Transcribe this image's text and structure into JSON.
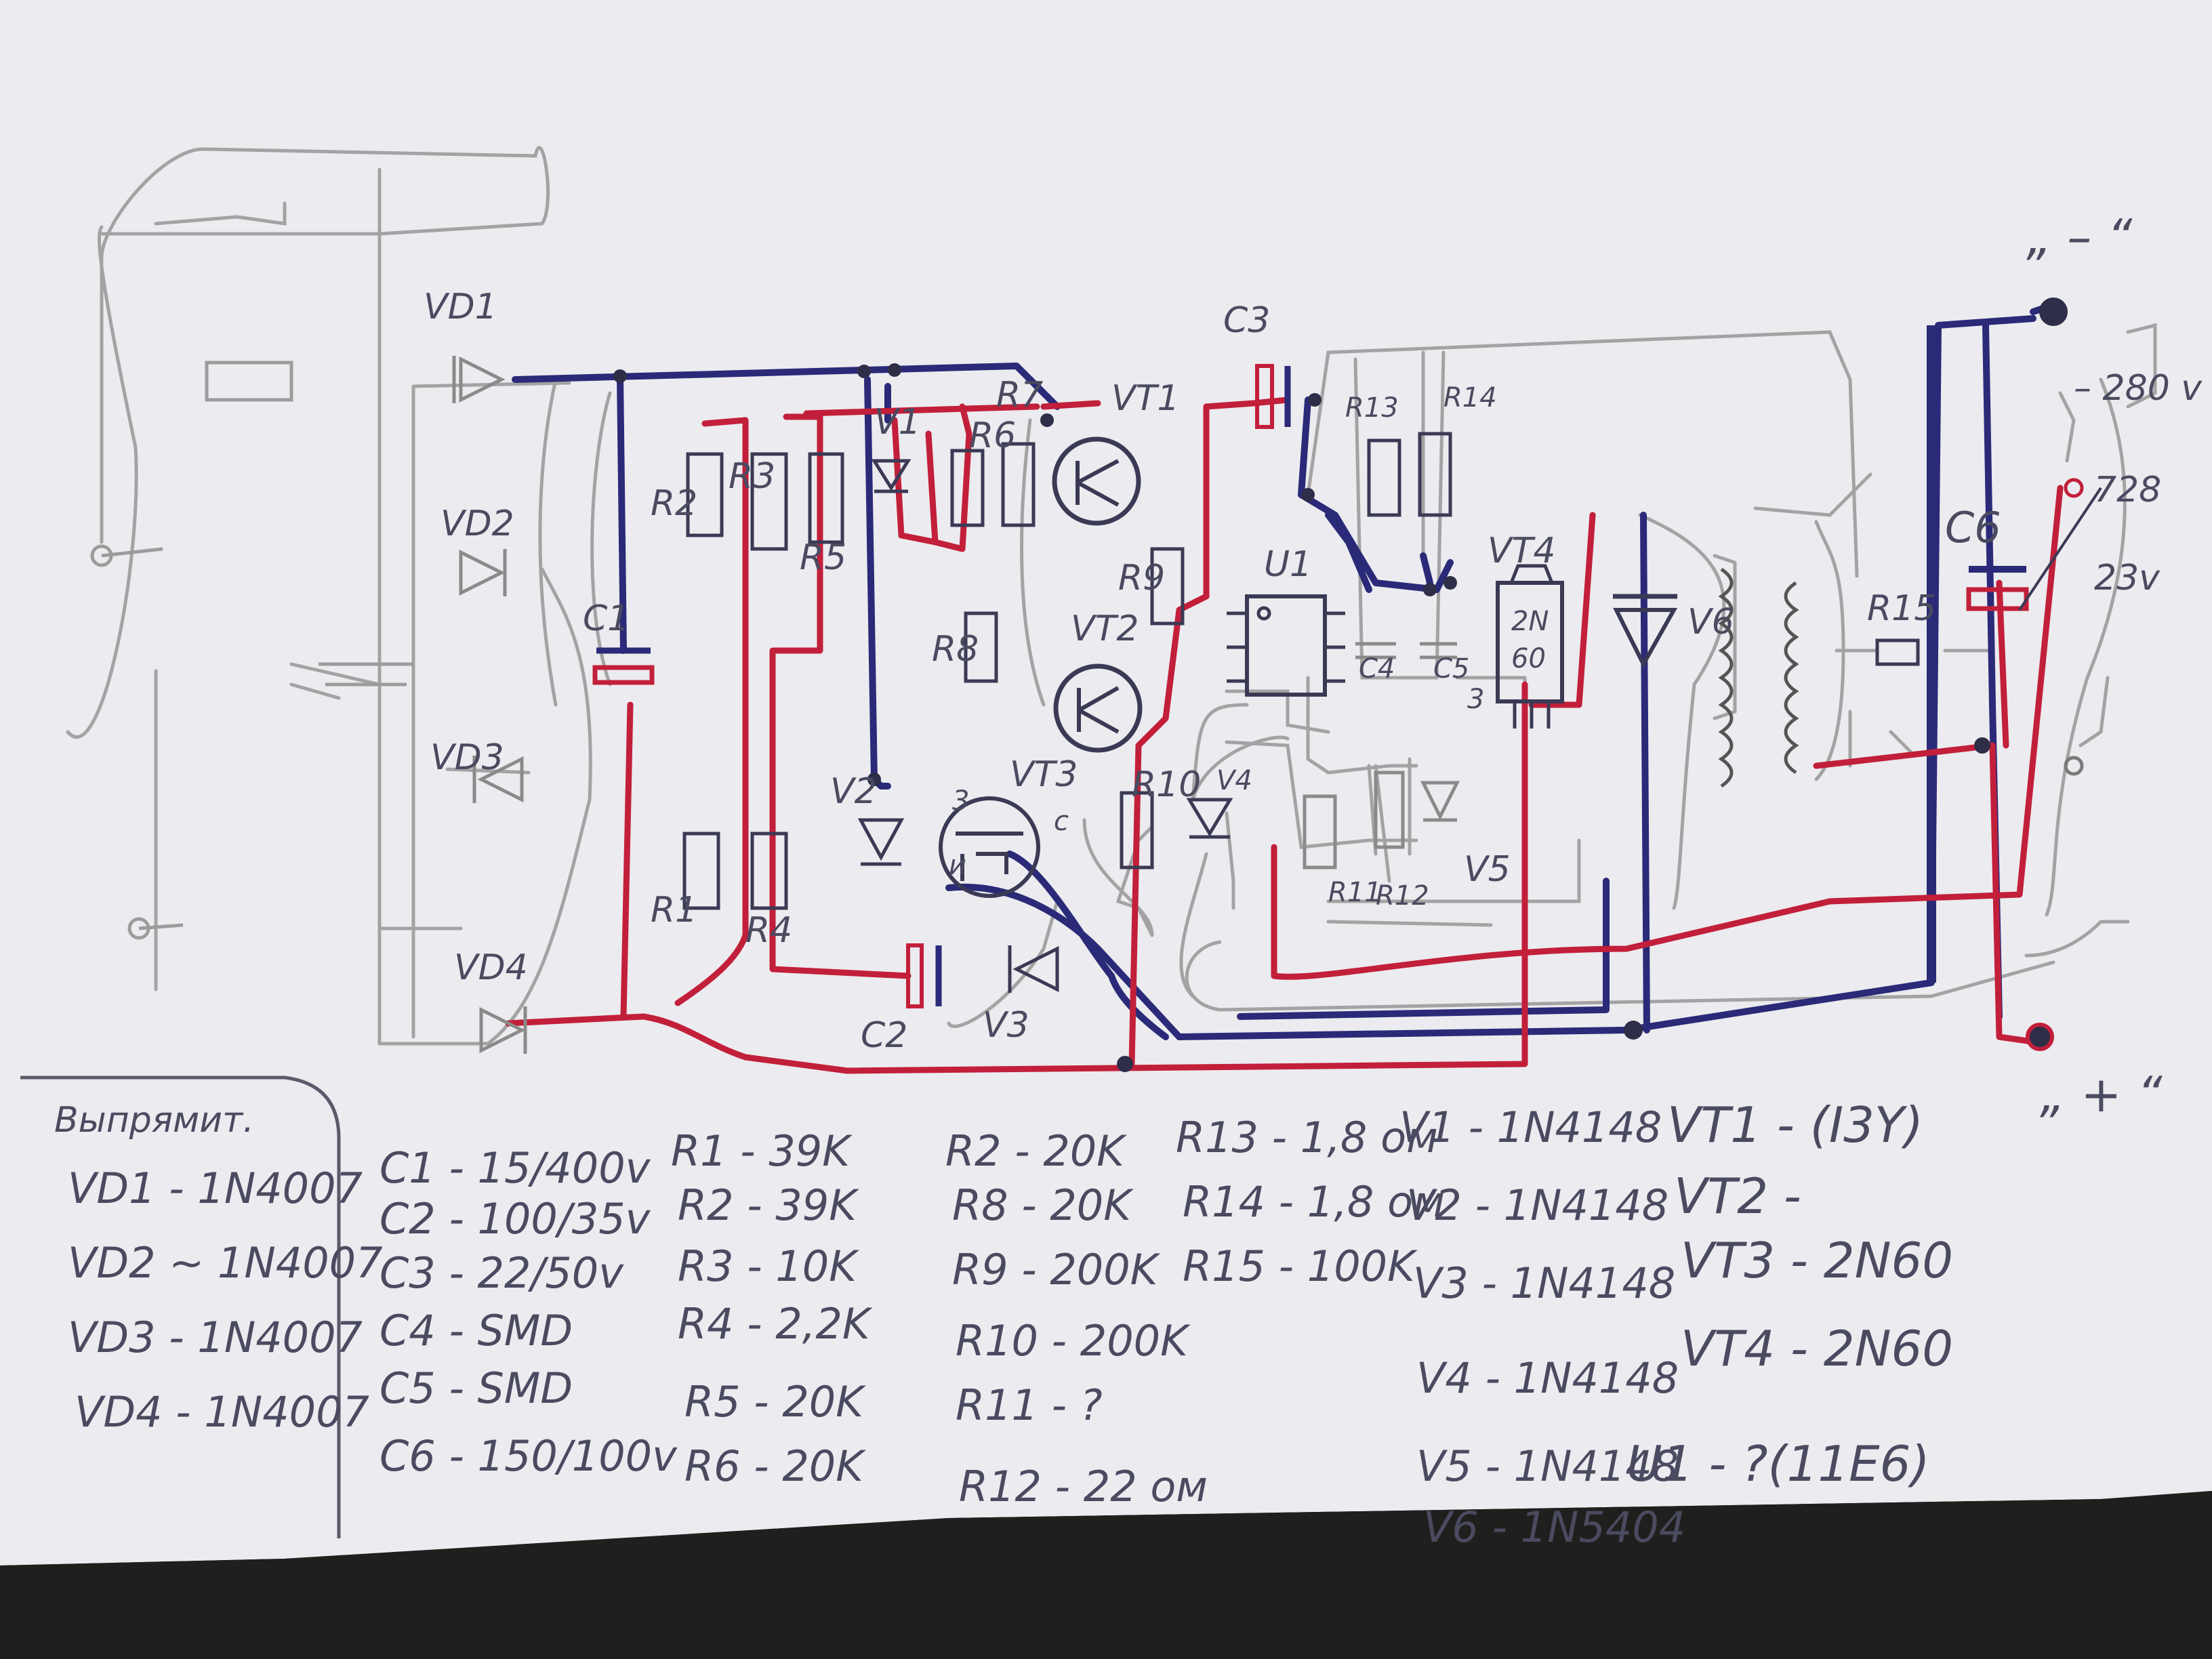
{
  "schematic": {
    "labels": {
      "vd1": "VD1",
      "vd2": "VD2",
      "vd3": "VD3",
      "vd4": "VD4",
      "c1": "C1",
      "c2": "C2",
      "c3": "C3",
      "c4": "C4",
      "c5": "C5",
      "c6": "C6",
      "r1": "R1",
      "r2": "R2",
      "r3": "R3",
      "r4": "R4",
      "r5": "R5",
      "r6": "R6",
      "r7": "R7",
      "r8": "R8",
      "r9": "R9",
      "r10": "R10",
      "r11": "R11",
      "r12": "R12",
      "r13": "R13",
      "r14": "R14",
      "r15": "R15",
      "v1": "V1",
      "v2": "V2",
      "v3": "V3",
      "v4": "V4",
      "v5": "V5",
      "v6": "V6",
      "vt1": "VT1",
      "vt2": "VT2",
      "vt3": "VT3",
      "vt4": "VT4",
      "u1": "U1",
      "vt4_marking_top": "2N",
      "vt4_marking_bottom": "60",
      "pin_3": "3",
      "pin_c": "c",
      "pin_u": "и",
      "terminal_minus": "„ – “",
      "terminal_plus": "„ + “",
      "voltage_280": "– 280 v",
      "voltage_728": "728",
      "voltage_23": "23v"
    }
  },
  "legend": {
    "rectifier_box": {
      "title": "Выпрямит.",
      "items": [
        "VD1 - 1N4007",
        "VD2 ~ 1N4007",
        "VD3 - 1N4007",
        "VD4 - 1N4007"
      ]
    },
    "capacitors": [
      "C1 - 15/400v",
      "C2 - 100/35v",
      "C3 - 22/50v",
      "C4 - SMD",
      "C5 - SMD",
      "C6 - 150/100v"
    ],
    "resistors_a": [
      "R1 - 39K",
      "R2 - 39K",
      "R3 - 10K",
      "R4 - 2,2K",
      "R5 - 20K",
      "R6 - 20K"
    ],
    "resistors_b": [
      "R2 - 20K",
      "R8 - 20K",
      "R9 - 200K",
      "R10 - 200K",
      "R11 - ?",
      "R12 - 22 ом"
    ],
    "resistors_c": [
      "R13 - 1,8 ом",
      "R14 - 1,8 ом",
      "R15 - 100K"
    ],
    "diodes": [
      "V1 - 1N4148",
      "V2 - 1N4148",
      "V3 - 1N4148",
      "V4 - 1N4148",
      "V5 - 1N4148",
      "V6 - 1N5404"
    ],
    "transistors": [
      "VT1 - (I3Y)",
      "VT2 -",
      "VT3 - 2N60",
      "VT4 - 2N60",
      "U1 - ?(11E6)"
    ]
  },
  "colors": {
    "paper": "#ecebef",
    "ink_blue": "#2a2a78",
    "ink_red": "#c21f3a",
    "pencil": "#9a9a9a",
    "pen_dark": "#2e2e48"
  }
}
